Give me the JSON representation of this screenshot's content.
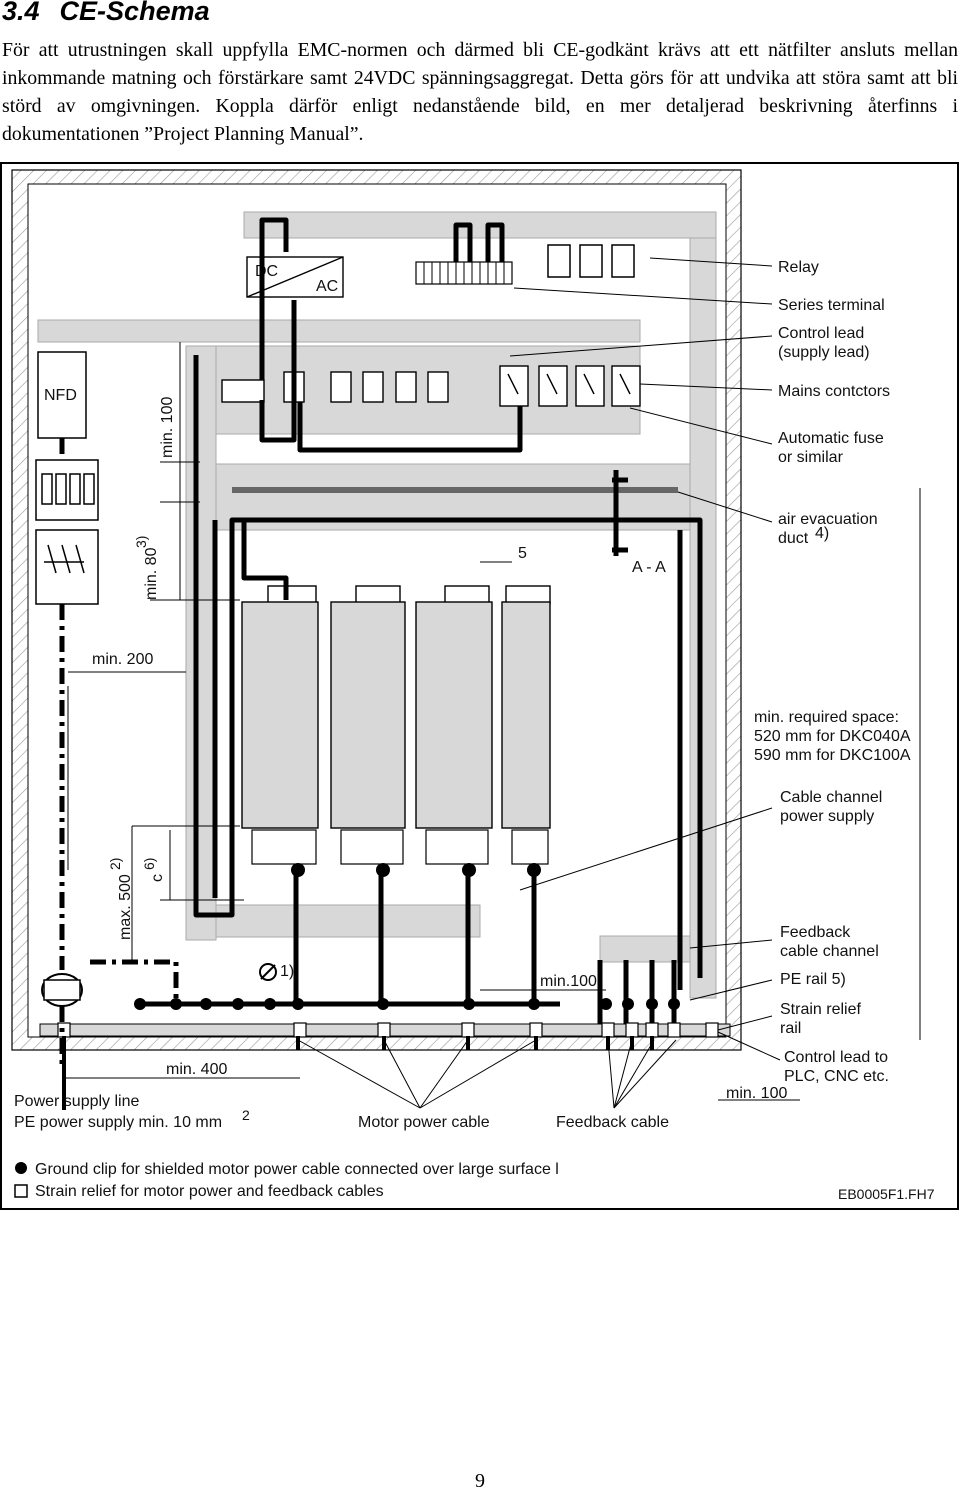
{
  "section": {
    "number": "3.4",
    "title": "CE-Schema"
  },
  "intro": "För att utrustningen skall uppfylla EMC-normen och därmed bli CE-godkänt krävs att ett nätfilter ansluts mellan inkommande matning och förstärkare samt 24VDC spänningsaggregat. Detta görs för att undvika att störa samt att bli störd av omgivningen. Koppla därför enligt nedanstående bild, en mer detaljerad beskrivning återfinns i dokumentationen ”Project Planning Manual”.",
  "figure": {
    "box_dc": "DC",
    "box_ac": "AC",
    "nfd": "NFD",
    "labels": {
      "relay": "Relay",
      "series_terminal": "Series terminal",
      "control_lead_1": "Control lead",
      "control_lead_2": "(supply lead)",
      "mains": "Mains contctors",
      "fuse_1": "Automatic fuse",
      "fuse_2": "or similar",
      "air_1": "air evacuation",
      "air_2": "duct",
      "air_note": "4)",
      "aa": "A - A",
      "five": "5",
      "min_space_1": "min. required space:",
      "min_space_2": "520 mm for DKC040A",
      "min_space_3": "590 mm for DKC100A",
      "cable_channel_1": "Cable channel",
      "cable_channel_2": "power supply",
      "feedback_channel_1": "Feedback",
      "feedback_channel_2": "cable channel",
      "pe_rail": "PE rail 5)",
      "strain_1": "Strain relief",
      "strain_2": "rail",
      "control_plc_1": "Control lead to",
      "control_plc_2": "PLC, CNC etc.",
      "min100_right": "min. 100",
      "min100_mid": "min.100",
      "min100_left": "min. 100",
      "min80": "min. 80",
      "min80_note": "3)",
      "min200": "min. 200",
      "max500": "max. 500",
      "max500_note": "2)",
      "c6": "c",
      "c6_note": "6)",
      "note1": "1)",
      "min400": "min. 400",
      "power_line": "Power supply line",
      "pe_supply": "PE power supply  min. 10 mm",
      "pe_supply_sup": "2",
      "motor_cable": "Motor power cable",
      "feedback_cable": "Feedback cable",
      "legend_ground": "Ground clip for shielded motor power cable connected over large surface l",
      "legend_strain": "Strain relief for motor power and feedback cables",
      "code": "EB0005F1.FH7"
    }
  },
  "page_number": "9"
}
